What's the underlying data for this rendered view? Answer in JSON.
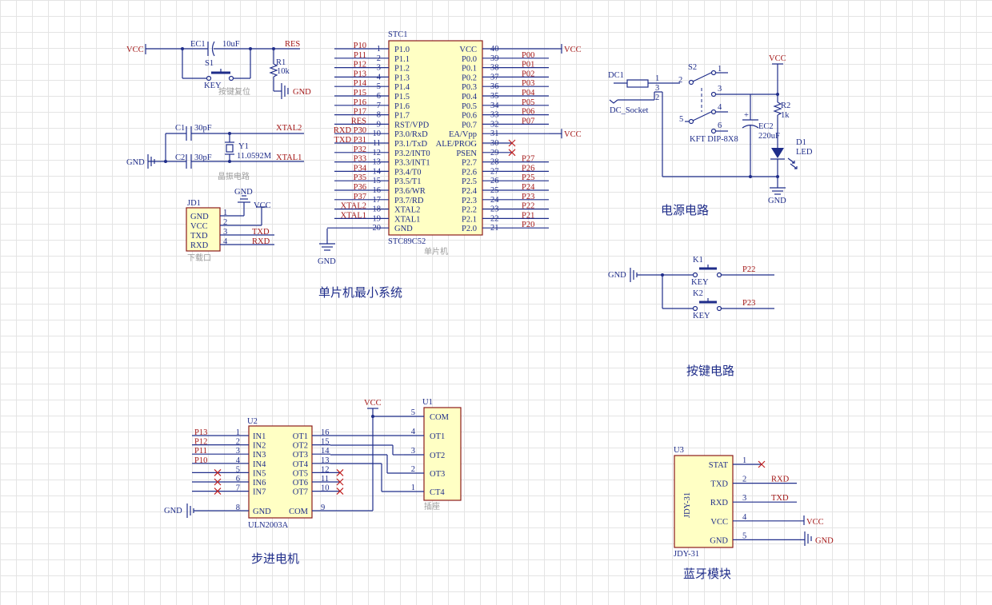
{
  "colors": {
    "wire": "#1f2d8a",
    "net_label": "#a31616",
    "chip_fill": "#ffffc4",
    "chip_border": "#8b1a1a",
    "grid": "#e4e4e4",
    "comment": "#9a9a9a"
  },
  "sections": {
    "mcu": "单片机最小系统",
    "power": "电源电路",
    "keys": "按键电路",
    "stepper": "步进电机",
    "bluetooth": "蓝牙模块"
  },
  "reset": {
    "vcc": "VCC",
    "cap_ref": "EC1",
    "cap_val": "10uF",
    "net": "RES",
    "switch_ref": "S1",
    "switch_val": "KEY",
    "res_ref": "R1",
    "res_val": "10k",
    "gnd": "GND",
    "comment": "按键复位"
  },
  "crystal": {
    "c1_ref": "C1",
    "c1_val": "30pF",
    "c2_ref": "C2",
    "c2_val": "30pF",
    "y_ref": "Y1",
    "y_val": "11.0592M",
    "net1": "XTAL2",
    "net2": "XTAL1",
    "gnd": "GND",
    "comment": "晶振电路"
  },
  "download": {
    "ref": "JD1",
    "comment": "下载口",
    "gnd": "GND",
    "vcc": "VCC",
    "pins": [
      {
        "name": "GND",
        "num": "1",
        "net": ""
      },
      {
        "name": "VCC",
        "num": "2",
        "net": ""
      },
      {
        "name": "TXD",
        "num": "3",
        "net": "TXD"
      },
      {
        "name": "RXD",
        "num": "4",
        "net": "RXD"
      }
    ]
  },
  "mcu": {
    "ref": "STC1",
    "part": "STC89C52",
    "comment": "单片机",
    "gnd": "GND",
    "left_pins": [
      {
        "num": "1",
        "name": "P1.0",
        "net": "P10"
      },
      {
        "num": "2",
        "name": "P1.1",
        "net": "P11"
      },
      {
        "num": "3",
        "name": "P1.2",
        "net": "P12"
      },
      {
        "num": "4",
        "name": "P1.3",
        "net": "P13"
      },
      {
        "num": "5",
        "name": "P1.4",
        "net": "P14"
      },
      {
        "num": "6",
        "name": "P1.5",
        "net": "P15"
      },
      {
        "num": "7",
        "name": "P1.6",
        "net": "P16"
      },
      {
        "num": "8",
        "name": "P1.7",
        "net": "P17"
      },
      {
        "num": "9",
        "name": "RST/VPD",
        "net": "RES"
      },
      {
        "num": "10",
        "name": "P3.0/RxD",
        "net": "RXD P30"
      },
      {
        "num": "11",
        "name": "P3.1/TxD",
        "net": "TXD P31"
      },
      {
        "num": "12",
        "name": "P3.2/INT0",
        "net": "P32"
      },
      {
        "num": "13",
        "name": "P3.3/INT1",
        "net": "P33"
      },
      {
        "num": "14",
        "name": "P3.4/T0",
        "net": "P34"
      },
      {
        "num": "15",
        "name": "P3.5/T1",
        "net": "P35"
      },
      {
        "num": "16",
        "name": "P3.6/WR",
        "net": "P36"
      },
      {
        "num": "17",
        "name": "P3.7/RD",
        "net": "P37"
      },
      {
        "num": "18",
        "name": "XTAL2",
        "net": "XTAL2"
      },
      {
        "num": "19",
        "name": "XTAL1",
        "net": "XTAL1"
      },
      {
        "num": "20",
        "name": "GND",
        "net": ""
      }
    ],
    "right_pins": [
      {
        "num": "40",
        "name": "VCC",
        "net": "VCC"
      },
      {
        "num": "39",
        "name": "P0.0",
        "net": "P00"
      },
      {
        "num": "38",
        "name": "P0.1",
        "net": "P01"
      },
      {
        "num": "37",
        "name": "P0.2",
        "net": "P02"
      },
      {
        "num": "36",
        "name": "P0.3",
        "net": "P03"
      },
      {
        "num": "35",
        "name": "P0.4",
        "net": "P04"
      },
      {
        "num": "34",
        "name": "P0.5",
        "net": "P05"
      },
      {
        "num": "33",
        "name": "P0.6",
        "net": "P06"
      },
      {
        "num": "32",
        "name": "P0.7",
        "net": "P07"
      },
      {
        "num": "31",
        "name": "EA/Vpp",
        "net": "VCC"
      },
      {
        "num": "30",
        "name": "ALE/PROG",
        "net": ""
      },
      {
        "num": "29",
        "name": "PSEN",
        "net": ""
      },
      {
        "num": "28",
        "name": "P2.7",
        "net": "P27"
      },
      {
        "num": "27",
        "name": "P2.6",
        "net": "P26"
      },
      {
        "num": "26",
        "name": "P2.5",
        "net": "P25"
      },
      {
        "num": "25",
        "name": "P2.4",
        "net": "P24"
      },
      {
        "num": "24",
        "name": "P2.3",
        "net": "P23"
      },
      {
        "num": "23",
        "name": "P2.2",
        "net": "P22"
      },
      {
        "num": "22",
        "name": "P2.1",
        "net": "P21"
      },
      {
        "num": "21",
        "name": "P2.0",
        "net": "P20"
      }
    ]
  },
  "power": {
    "dc_ref": "DC1",
    "dc_val": "DC_Socket",
    "dc_pins": [
      "1",
      "3",
      "2"
    ],
    "sw_ref": "S2",
    "sw_val": "KFT DIP-8X8",
    "sw_pins": [
      "2",
      "1",
      "3",
      "4",
      "5",
      "6"
    ],
    "vcc": "VCC",
    "r_ref": "R2",
    "r_val": "1k",
    "cap_ref": "EC2",
    "cap_val": "220uF",
    "led_ref": "D1",
    "led_val": "LED",
    "gnd": "GND"
  },
  "keys": {
    "gnd": "GND",
    "k1_ref": "K1",
    "k1_val": "KEY",
    "k1_net": "P22",
    "k2_ref": "K2",
    "k2_val": "KEY",
    "k2_net": "P23"
  },
  "uln": {
    "ref": "U2",
    "part": "ULN2003A",
    "gnd": "GND",
    "left": [
      {
        "num": "1",
        "name": "IN1",
        "net": "P13"
      },
      {
        "num": "2",
        "name": "IN2",
        "net": "P12"
      },
      {
        "num": "3",
        "name": "IN3",
        "net": "P11"
      },
      {
        "num": "4",
        "name": "IN4",
        "net": "P10"
      },
      {
        "num": "5",
        "name": "IN5",
        "net": ""
      },
      {
        "num": "6",
        "name": "IN6",
        "net": ""
      },
      {
        "num": "7",
        "name": "IN7",
        "net": ""
      },
      {
        "num": "8",
        "name": "GND",
        "net": ""
      }
    ],
    "right": [
      {
        "num": "16",
        "name": "OT1"
      },
      {
        "num": "15",
        "name": "OT2"
      },
      {
        "num": "14",
        "name": "OT3"
      },
      {
        "num": "13",
        "name": "OT4"
      },
      {
        "num": "12",
        "name": "OT5"
      },
      {
        "num": "11",
        "name": "OT6"
      },
      {
        "num": "10",
        "name": "OT7"
      },
      {
        "num": "9",
        "name": "COM"
      }
    ]
  },
  "motor_conn": {
    "ref": "U1",
    "comment": "插座",
    "vcc": "VCC",
    "pins": [
      {
        "num": "5",
        "name": "COM"
      },
      {
        "num": "4",
        "name": "OT1"
      },
      {
        "num": "3",
        "name": "OT2"
      },
      {
        "num": "2",
        "name": "OT3"
      },
      {
        "num": "1",
        "name": "CT4"
      }
    ]
  },
  "bt": {
    "ref": "U3",
    "body": "JDY-31",
    "part": "JDY-31",
    "pins": [
      {
        "num": "1",
        "name": "STAT",
        "net": ""
      },
      {
        "num": "2",
        "name": "TXD",
        "net": "RXD"
      },
      {
        "num": "3",
        "name": "RXD",
        "net": "TXD"
      },
      {
        "num": "4",
        "name": "VCC",
        "net": "VCC"
      },
      {
        "num": "5",
        "name": "GND",
        "net": "GND"
      }
    ]
  }
}
